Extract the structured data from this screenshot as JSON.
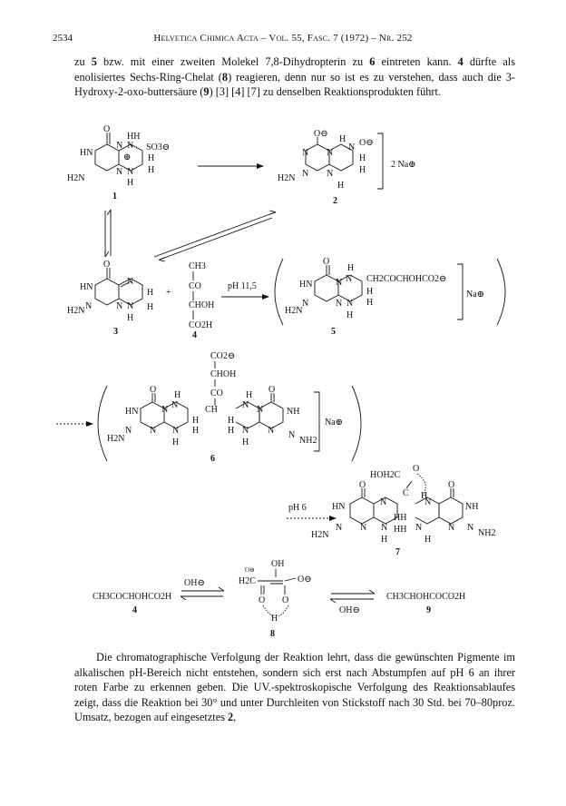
{
  "header": {
    "page_number": "2534",
    "journal": "Helvetica Chimica Acta – Vol. 55, Fasc. 7 (1972) – Nr. 252"
  },
  "intro": {
    "text_a": "zu ",
    "n5": "5",
    "text_b": " bzw. mit einer zweiten Molekel 7,8-Dihydropterin zu ",
    "n6": "6",
    "text_c": " eintreten kann. ",
    "n4": "4",
    "text_d": " dürfte als enolisiertes Sechs-Ring-Chelat (",
    "n8": "8",
    "text_e": ") reagieren, denn nur so ist es zu verstehen, dass auch die 3-Hydroxy-2-oxo-buttersäure (",
    "n9": "9",
    "text_f": ") [3] [4] [7] zu denselben Reaktionsprodukten führt."
  },
  "scheme": {
    "compound_labels": [
      "1",
      "2",
      "3",
      "4",
      "5",
      "6",
      "7",
      "8",
      "9"
    ],
    "conditions": {
      "ph_11_5": "pH 11,5",
      "ph_6": "pH 6",
      "oh_minus": "OH⊖",
      "plus": "+"
    },
    "counterions": {
      "two_na": "2 Na⊕",
      "na": "Na⊕"
    },
    "formulas": {
      "formula_4": "CH3COCHOHCO2H",
      "formula_9": "CH3CHOHCOCO2H",
      "side_chain_5": "CH2COCHOHCO2⊖",
      "so3": "SO3⊖",
      "hoh2c": "HOH2C",
      "co2": "CO2⊖",
      "choh": "CHOH",
      "co": "CO",
      "co2h": "CO2H",
      "ch3": "CH3",
      "h2c": "H2C"
    },
    "atoms": {
      "O": "O",
      "N": "N",
      "H": "H",
      "HN": "HN",
      "HH": "HH",
      "H2N": "H2N",
      "NH": "NH",
      "NH2": "NH2",
      "O_minus": "O⊖",
      "plus_circle": "⊕",
      "OH": "OH",
      "CH": "CH",
      "C": "C"
    }
  },
  "conclusion": {
    "text": "Die chromatographische Verfolgung der Reaktion lehrt, dass die gewünschten Pigmente im alkalischen pH-Bereich nicht entstehen, sondern sich erst nach Abstumpfen auf pH 6 an ihrer roten Farbe zu erkennen geben. Die UV.-spektroskopische Verfolgung des Reaktionsablaufes zeigt, dass die Reaktion bei 30° und unter Durchleiten von Stickstoff nach 30 Std. bei 70–80proz. Umsatz, bezogen auf eingesetztes ",
    "n2": "2",
    "text_end": ","
  }
}
